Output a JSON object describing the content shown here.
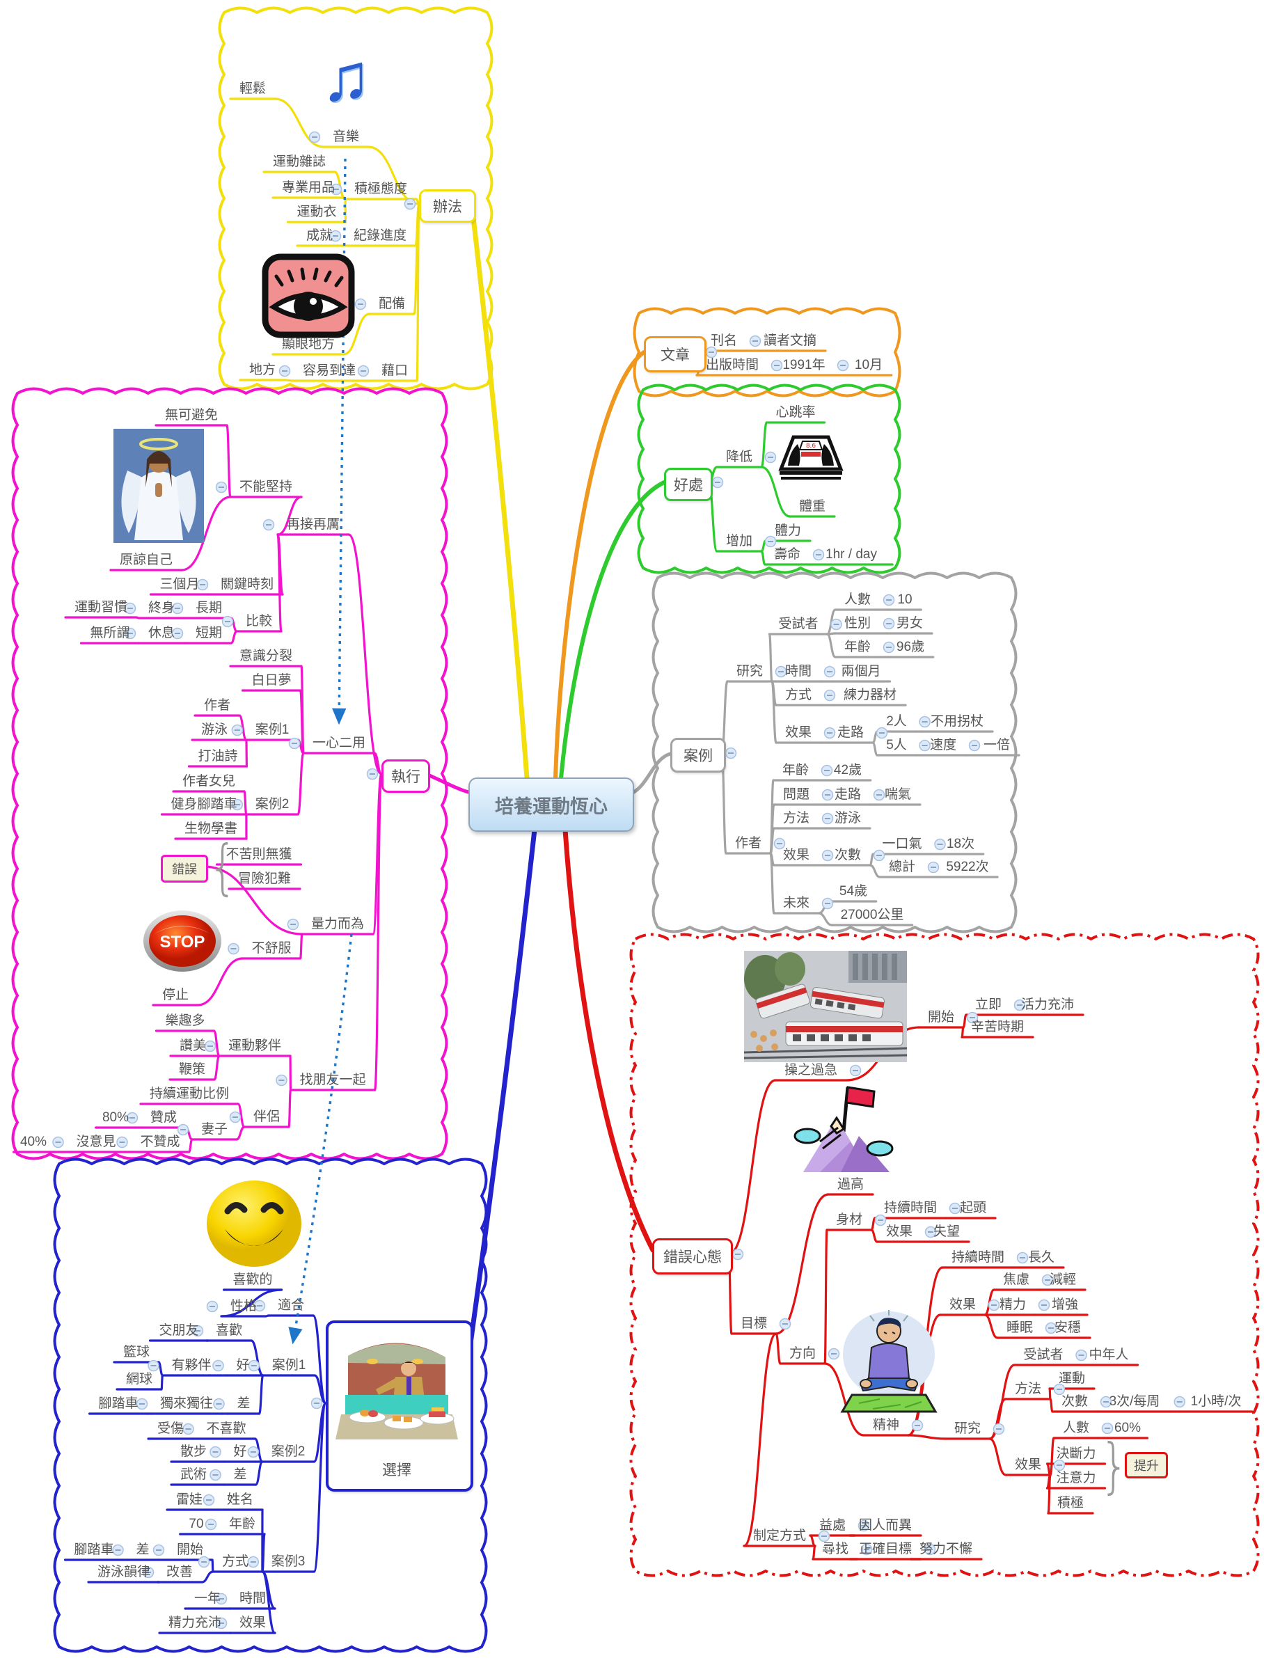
{
  "title": "培養運動恆心",
  "branch_colors": {
    "y": "#F2DF0B",
    "o": "#F0971E",
    "g": "#2DCB2D",
    "c": "#A3A3A3",
    "m": "#F213CE",
    "b": "#2323CD",
    "r": "#E01212",
    "accent_dot": "#1F76C8"
  },
  "icons": {
    "music": "music-note-icon",
    "eye": "eye-icon",
    "angel": "praying-angel-image",
    "scale": "weight-scale-icon",
    "stop": "stop-button-icon",
    "stop_label": "STOP",
    "smiley": "smiley-face-icon",
    "bakery": "bakery-counter-image",
    "train": "train-wreck-image",
    "mountain": "mountain-flag-image",
    "meditate": "meditating-person-image"
  },
  "nodes": [
    {
      "id": "root",
      "t": "培養運動恆心",
      "p": null,
      "br": "center"
    },
    {
      "id": "ban_fa",
      "t": "辦法",
      "p": "root",
      "br": "y"
    },
    {
      "id": "wen_zhang",
      "t": "文章",
      "p": "root",
      "br": "o"
    },
    {
      "id": "hao_chu",
      "t": "好處",
      "p": "root",
      "br": "g"
    },
    {
      "id": "an_li",
      "t": "案例",
      "p": "root",
      "br": "c"
    },
    {
      "id": "zhi_xing",
      "t": "執行",
      "p": "root",
      "br": "m"
    },
    {
      "id": "xuan_ze",
      "t": "選擇",
      "p": "root",
      "br": "b"
    },
    {
      "id": "cuo_wu",
      "t": "錯誤心態",
      "p": "root",
      "br": "r"
    },
    {
      "id": "y1",
      "t": "音樂",
      "p": "ban_fa",
      "br": "y"
    },
    {
      "id": "y2",
      "t": "輕鬆",
      "p": "y1",
      "br": "y"
    },
    {
      "id": "y3",
      "t": "積極態度",
      "p": "ban_fa",
      "br": "y"
    },
    {
      "id": "y4",
      "t": "運動雜誌",
      "p": "y3",
      "br": "y"
    },
    {
      "id": "y5",
      "t": "專業用品",
      "p": "y3",
      "br": "y"
    },
    {
      "id": "y6",
      "t": "運動衣",
      "p": "y3",
      "br": "y"
    },
    {
      "id": "y7",
      "t": "紀錄進度",
      "p": "ban_fa",
      "br": "y"
    },
    {
      "id": "y8",
      "t": "成就",
      "p": "y7",
      "br": "y"
    },
    {
      "id": "y9",
      "t": "配備",
      "p": "ban_fa",
      "br": "y"
    },
    {
      "id": "y10",
      "t": "顯眼地方",
      "p": "y9",
      "br": "y"
    },
    {
      "id": "y11",
      "t": "藉口",
      "p": "ban_fa",
      "br": "y"
    },
    {
      "id": "y12",
      "t": "容易到達",
      "p": "y11",
      "br": "y"
    },
    {
      "id": "y13",
      "t": "地方",
      "p": "y12",
      "br": "y"
    },
    {
      "id": "o1",
      "t": "刊名",
      "p": "wen_zhang",
      "br": "o"
    },
    {
      "id": "o2",
      "t": "讀者文摘",
      "p": "o1",
      "br": "o"
    },
    {
      "id": "o3",
      "t": "出版時間",
      "p": "wen_zhang",
      "br": "o"
    },
    {
      "id": "o4",
      "t": "1991年",
      "p": "o3",
      "br": "o"
    },
    {
      "id": "o5",
      "t": "10月",
      "p": "o4",
      "br": "o"
    },
    {
      "id": "g1",
      "t": "降低",
      "p": "hao_chu",
      "br": "g"
    },
    {
      "id": "g2",
      "t": "心跳率",
      "p": "g1",
      "br": "g"
    },
    {
      "id": "g3",
      "t": "體重",
      "p": "g1",
      "br": "g"
    },
    {
      "id": "g4",
      "t": "增加",
      "p": "hao_chu",
      "br": "g"
    },
    {
      "id": "g5",
      "t": "體力",
      "p": "g4",
      "br": "g"
    },
    {
      "id": "g6",
      "t": "壽命",
      "p": "g4",
      "br": "g"
    },
    {
      "id": "g7",
      "t": "1hr / day",
      "p": "g6",
      "br": "g"
    },
    {
      "id": "c1",
      "t": "研究",
      "p": "an_li",
      "br": "c"
    },
    {
      "id": "c2",
      "t": "受試者",
      "p": "c1",
      "br": "c"
    },
    {
      "id": "c3",
      "t": "人數",
      "p": "c2",
      "br": "c"
    },
    {
      "id": "c4",
      "t": "10",
      "p": "c3",
      "br": "c"
    },
    {
      "id": "c5",
      "t": "性別",
      "p": "c2",
      "br": "c"
    },
    {
      "id": "c6",
      "t": "男女",
      "p": "c5",
      "br": "c"
    },
    {
      "id": "c7",
      "t": "年齡",
      "p": "c2",
      "br": "c"
    },
    {
      "id": "c8",
      "t": "96歲",
      "p": "c7",
      "br": "c"
    },
    {
      "id": "c9",
      "t": "時間",
      "p": "c1",
      "br": "c"
    },
    {
      "id": "c10",
      "t": "兩個月",
      "p": "c9",
      "br": "c"
    },
    {
      "id": "c11",
      "t": "方式",
      "p": "c1",
      "br": "c"
    },
    {
      "id": "c12",
      "t": "練力器材",
      "p": "c11",
      "br": "c"
    },
    {
      "id": "c13",
      "t": "效果",
      "p": "c1",
      "br": "c"
    },
    {
      "id": "c14",
      "t": "走路",
      "p": "c13",
      "br": "c"
    },
    {
      "id": "c15",
      "t": "2人",
      "p": "c14",
      "br": "c"
    },
    {
      "id": "c16",
      "t": "不用拐杖",
      "p": "c15",
      "br": "c"
    },
    {
      "id": "c17",
      "t": "5人",
      "p": "c14",
      "br": "c"
    },
    {
      "id": "c18",
      "t": "速度",
      "p": "c17",
      "br": "c"
    },
    {
      "id": "c19",
      "t": "一倍",
      "p": "c18",
      "br": "c"
    },
    {
      "id": "c20",
      "t": "作者",
      "p": "an_li",
      "br": "c"
    },
    {
      "id": "c21",
      "t": "年齡",
      "p": "c20",
      "br": "c"
    },
    {
      "id": "c22",
      "t": "42歲",
      "p": "c21",
      "br": "c"
    },
    {
      "id": "c23",
      "t": "問題",
      "p": "c20",
      "br": "c"
    },
    {
      "id": "c24",
      "t": "走路",
      "p": "c23",
      "br": "c"
    },
    {
      "id": "c25",
      "t": "喘氣",
      "p": "c24",
      "br": "c"
    },
    {
      "id": "c26",
      "t": "方法",
      "p": "c20",
      "br": "c"
    },
    {
      "id": "c27",
      "t": "游泳",
      "p": "c26",
      "br": "c"
    },
    {
      "id": "c28",
      "t": "效果",
      "p": "c20",
      "br": "c"
    },
    {
      "id": "c29",
      "t": "次數",
      "p": "c28",
      "br": "c"
    },
    {
      "id": "c30",
      "t": "一口氣",
      "p": "c29",
      "br": "c"
    },
    {
      "id": "c31",
      "t": "18次",
      "p": "c30",
      "br": "c"
    },
    {
      "id": "c32",
      "t": "總計",
      "p": "c29",
      "br": "c"
    },
    {
      "id": "c33",
      "t": "5922次",
      "p": "c32",
      "br": "c"
    },
    {
      "id": "c34",
      "t": "未來",
      "p": "c20",
      "br": "c"
    },
    {
      "id": "c35",
      "t": "54歲",
      "p": "c34",
      "br": "c"
    },
    {
      "id": "c36",
      "t": "27000公里",
      "p": "c34",
      "br": "c"
    },
    {
      "id": "m1",
      "t": "再接再厲",
      "p": "zhi_xing",
      "br": "m"
    },
    {
      "id": "m2",
      "t": "不能堅持",
      "p": "m1",
      "br": "m"
    },
    {
      "id": "m3",
      "t": "無可避免",
      "p": "m2",
      "br": "m"
    },
    {
      "id": "m4",
      "t": "原諒自己",
      "p": "m2",
      "br": "m"
    },
    {
      "id": "m5",
      "t": "關鍵時刻",
      "p": "m1",
      "br": "m"
    },
    {
      "id": "m6",
      "t": "三個月",
      "p": "m5",
      "br": "m"
    },
    {
      "id": "m7",
      "t": "比較",
      "p": "m1",
      "br": "m"
    },
    {
      "id": "m8",
      "t": "長期",
      "p": "m7",
      "br": "m"
    },
    {
      "id": "m9",
      "t": "終身",
      "p": "m8",
      "br": "m"
    },
    {
      "id": "m10",
      "t": "運動習慣",
      "p": "m9",
      "br": "m"
    },
    {
      "id": "m11",
      "t": "短期",
      "p": "m7",
      "br": "m"
    },
    {
      "id": "m12",
      "t": "休息",
      "p": "m11",
      "br": "m"
    },
    {
      "id": "m13",
      "t": "無所謂",
      "p": "m12",
      "br": "m"
    },
    {
      "id": "m14",
      "t": "一心二用",
      "p": "zhi_xing",
      "br": "m"
    },
    {
      "id": "m15",
      "t": "意識分裂",
      "p": "m14",
      "br": "m"
    },
    {
      "id": "m16",
      "t": "白日夢",
      "p": "m14",
      "br": "m"
    },
    {
      "id": "m17",
      "t": "案例1",
      "p": "m14",
      "br": "m"
    },
    {
      "id": "m18",
      "t": "作者",
      "p": "m17",
      "br": "m"
    },
    {
      "id": "m19",
      "t": "游泳",
      "p": "m17",
      "br": "m"
    },
    {
      "id": "m20",
      "t": "打油詩",
      "p": "m17",
      "br": "m"
    },
    {
      "id": "m21",
      "t": "案例2",
      "p": "m14",
      "br": "m"
    },
    {
      "id": "m22",
      "t": "作者女兒",
      "p": "m21",
      "br": "m"
    },
    {
      "id": "m23",
      "t": "健身腳踏車",
      "p": "m21",
      "br": "m"
    },
    {
      "id": "m24",
      "t": "生物學書",
      "p": "m21",
      "br": "m"
    },
    {
      "id": "m25",
      "t": "量力而為",
      "p": "zhi_xing",
      "br": "m"
    },
    {
      "id": "m26",
      "t": "錯誤",
      "p": "m25",
      "br": "m"
    },
    {
      "id": "m27",
      "t": "不苦則無獲",
      "p": "m26",
      "br": "m"
    },
    {
      "id": "m28",
      "t": "冒險犯難",
      "p": "m26",
      "br": "m"
    },
    {
      "id": "m29",
      "t": "不舒服",
      "p": "m25",
      "br": "m"
    },
    {
      "id": "m30",
      "t": "停止",
      "p": "m29",
      "br": "m"
    },
    {
      "id": "m31",
      "t": "找朋友一起",
      "p": "zhi_xing",
      "br": "m"
    },
    {
      "id": "m32",
      "t": "運動夥伴",
      "p": "m31",
      "br": "m"
    },
    {
      "id": "m33",
      "t": "樂趣多",
      "p": "m32",
      "br": "m"
    },
    {
      "id": "m34",
      "t": "讚美",
      "p": "m32",
      "br": "m"
    },
    {
      "id": "m35",
      "t": "鞭策",
      "p": "m32",
      "br": "m"
    },
    {
      "id": "m36",
      "t": "伴侶",
      "p": "m31",
      "br": "m"
    },
    {
      "id": "m37",
      "t": "持續運動比例",
      "p": "m36",
      "br": "m"
    },
    {
      "id": "m38",
      "t": "妻子",
      "p": "m36",
      "br": "m"
    },
    {
      "id": "m39",
      "t": "贊成",
      "p": "m38",
      "br": "m"
    },
    {
      "id": "m40",
      "t": "80%",
      "p": "m39",
      "br": "m"
    },
    {
      "id": "m41",
      "t": "不贊成",
      "p": "m38",
      "br": "m"
    },
    {
      "id": "m42",
      "t": "沒意見",
      "p": "m41",
      "br": "m"
    },
    {
      "id": "m43",
      "t": "40%",
      "p": "m42",
      "br": "m"
    },
    {
      "id": "b1",
      "t": "適合",
      "p": "xuan_ze",
      "br": "b"
    },
    {
      "id": "b2",
      "t": "性格",
      "p": "b1",
      "br": "b"
    },
    {
      "id": "b3",
      "t": "喜歡的",
      "p": "b2",
      "br": "b"
    },
    {
      "id": "b4",
      "t": "案例1",
      "p": "xuan_ze",
      "br": "b"
    },
    {
      "id": "b5",
      "t": "喜歡",
      "p": "b4",
      "br": "b"
    },
    {
      "id": "b6",
      "t": "交朋友",
      "p": "b5",
      "br": "b"
    },
    {
      "id": "b7",
      "t": "好",
      "p": "b4",
      "br": "b"
    },
    {
      "id": "b8",
      "t": "有夥伴",
      "p": "b7",
      "br": "b"
    },
    {
      "id": "b9",
      "t": "籃球",
      "p": "b8",
      "br": "b"
    },
    {
      "id": "b10",
      "t": "網球",
      "p": "b8",
      "br": "b"
    },
    {
      "id": "b11",
      "t": "差",
      "p": "b4",
      "br": "b"
    },
    {
      "id": "b12",
      "t": "獨來獨往",
      "p": "b11",
      "br": "b"
    },
    {
      "id": "b13",
      "t": "腳踏車",
      "p": "b12",
      "br": "b"
    },
    {
      "id": "b14",
      "t": "案例2",
      "p": "xuan_ze",
      "br": "b"
    },
    {
      "id": "b15",
      "t": "不喜歡",
      "p": "b14",
      "br": "b"
    },
    {
      "id": "b16",
      "t": "受傷",
      "p": "b15",
      "br": "b"
    },
    {
      "id": "b17",
      "t": "好",
      "p": "b14",
      "br": "b"
    },
    {
      "id": "b18",
      "t": "散步",
      "p": "b17",
      "br": "b"
    },
    {
      "id": "b19",
      "t": "差",
      "p": "b14",
      "br": "b"
    },
    {
      "id": "b20",
      "t": "武術",
      "p": "b19",
      "br": "b"
    },
    {
      "id": "b21",
      "t": "案例3",
      "p": "xuan_ze",
      "br": "b"
    },
    {
      "id": "b22",
      "t": "姓名",
      "p": "b21",
      "br": "b"
    },
    {
      "id": "b23",
      "t": "雷娃",
      "p": "b22",
      "br": "b"
    },
    {
      "id": "b24",
      "t": "年齡",
      "p": "b21",
      "br": "b"
    },
    {
      "id": "b25",
      "t": "70",
      "p": "b24",
      "br": "b"
    },
    {
      "id": "b26",
      "t": "方式",
      "p": "b21",
      "br": "b"
    },
    {
      "id": "b27",
      "t": "開始",
      "p": "b26",
      "br": "b"
    },
    {
      "id": "b28",
      "t": "差",
      "p": "b27",
      "br": "b"
    },
    {
      "id": "b29",
      "t": "腳踏車",
      "p": "b28",
      "br": "b"
    },
    {
      "id": "b30",
      "t": "改善",
      "p": "b26",
      "br": "b"
    },
    {
      "id": "b31",
      "t": "游泳韻律",
      "p": "b30",
      "br": "b"
    },
    {
      "id": "b32",
      "t": "時間",
      "p": "b21",
      "br": "b"
    },
    {
      "id": "b33",
      "t": "一年",
      "p": "b32",
      "br": "b"
    },
    {
      "id": "b34",
      "t": "效果",
      "p": "b21",
      "br": "b"
    },
    {
      "id": "b35",
      "t": "精力充沛",
      "p": "b34",
      "br": "b"
    },
    {
      "id": "r1",
      "t": "操之過急",
      "p": "cuo_wu",
      "br": "r"
    },
    {
      "id": "r2",
      "t": "開始",
      "p": "r1",
      "br": "r"
    },
    {
      "id": "r3",
      "t": "立即",
      "p": "r2",
      "br": "r"
    },
    {
      "id": "r4",
      "t": "活力充沛",
      "p": "r3",
      "br": "r"
    },
    {
      "id": "r5",
      "t": "辛苦時期",
      "p": "r2",
      "br": "r"
    },
    {
      "id": "r6",
      "t": "目標",
      "p": "cuo_wu",
      "br": "r"
    },
    {
      "id": "r7",
      "t": "過高",
      "p": "r6",
      "br": "r"
    },
    {
      "id": "r8",
      "t": "方向",
      "p": "r6",
      "br": "r"
    },
    {
      "id": "r9",
      "t": "身材",
      "p": "r8",
      "br": "r"
    },
    {
      "id": "r10",
      "t": "持續時間",
      "p": "r9",
      "br": "r"
    },
    {
      "id": "r11",
      "t": "起頭",
      "p": "r10",
      "br": "r"
    },
    {
      "id": "r12",
      "t": "效果",
      "p": "r9",
      "br": "r"
    },
    {
      "id": "r13",
      "t": "失望",
      "p": "r12",
      "br": "r"
    },
    {
      "id": "r14",
      "t": "精神",
      "p": "r8",
      "br": "r"
    },
    {
      "id": "r15",
      "t": "持續時間",
      "p": "r14",
      "br": "r"
    },
    {
      "id": "r16",
      "t": "長久",
      "p": "r15",
      "br": "r"
    },
    {
      "id": "r17",
      "t": "效果",
      "p": "r14",
      "br": "r"
    },
    {
      "id": "r18",
      "t": "焦慮",
      "p": "r17",
      "br": "r"
    },
    {
      "id": "r19",
      "t": "減輕",
      "p": "r18",
      "br": "r"
    },
    {
      "id": "r20",
      "t": "精力",
      "p": "r17",
      "br": "r"
    },
    {
      "id": "r21",
      "t": "增強",
      "p": "r20",
      "br": "r"
    },
    {
      "id": "r22",
      "t": "睡眠",
      "p": "r17",
      "br": "r"
    },
    {
      "id": "r23",
      "t": "安穩",
      "p": "r22",
      "br": "r"
    },
    {
      "id": "r24",
      "t": "研究",
      "p": "r14",
      "br": "r"
    },
    {
      "id": "r25",
      "t": "受試者",
      "p": "r24",
      "br": "r"
    },
    {
      "id": "r26",
      "t": "中年人",
      "p": "r25",
      "br": "r"
    },
    {
      "id": "r27",
      "t": "方法",
      "p": "r24",
      "br": "r"
    },
    {
      "id": "r28",
      "t": "運動",
      "p": "r27",
      "br": "r"
    },
    {
      "id": "r29",
      "t": "次數",
      "p": "r27",
      "br": "r"
    },
    {
      "id": "r30",
      "t": "3次/每周",
      "p": "r29",
      "br": "r"
    },
    {
      "id": "r31",
      "t": "1小時/次",
      "p": "r30",
      "br": "r"
    },
    {
      "id": "r32",
      "t": "效果",
      "p": "r24",
      "br": "r"
    },
    {
      "id": "r33",
      "t": "人數",
      "p": "r32",
      "br": "r"
    },
    {
      "id": "r34",
      "t": "60%",
      "p": "r33",
      "br": "r"
    },
    {
      "id": "r35",
      "t": "決斷力",
      "p": "r32",
      "br": "r"
    },
    {
      "id": "r36",
      "t": "注意力",
      "p": "r32",
      "br": "r"
    },
    {
      "id": "r37",
      "t": "提升",
      "p": null,
      "br": "r"
    },
    {
      "id": "r38",
      "t": "積極",
      "p": "r32",
      "br": "r"
    },
    {
      "id": "r39",
      "t": "制定方式",
      "p": "r6",
      "br": "r"
    },
    {
      "id": "r40",
      "t": "益處",
      "p": "r39",
      "br": "r"
    },
    {
      "id": "r41",
      "t": "因人而異",
      "p": "r40",
      "br": "r"
    },
    {
      "id": "r42",
      "t": "尋找",
      "p": "r39",
      "br": "r"
    },
    {
      "id": "r43",
      "t": "正確目標",
      "p": "r42",
      "br": "r"
    },
    {
      "id": "r44",
      "t": "努力不懈",
      "p": "r43",
      "br": "r"
    }
  ]
}
